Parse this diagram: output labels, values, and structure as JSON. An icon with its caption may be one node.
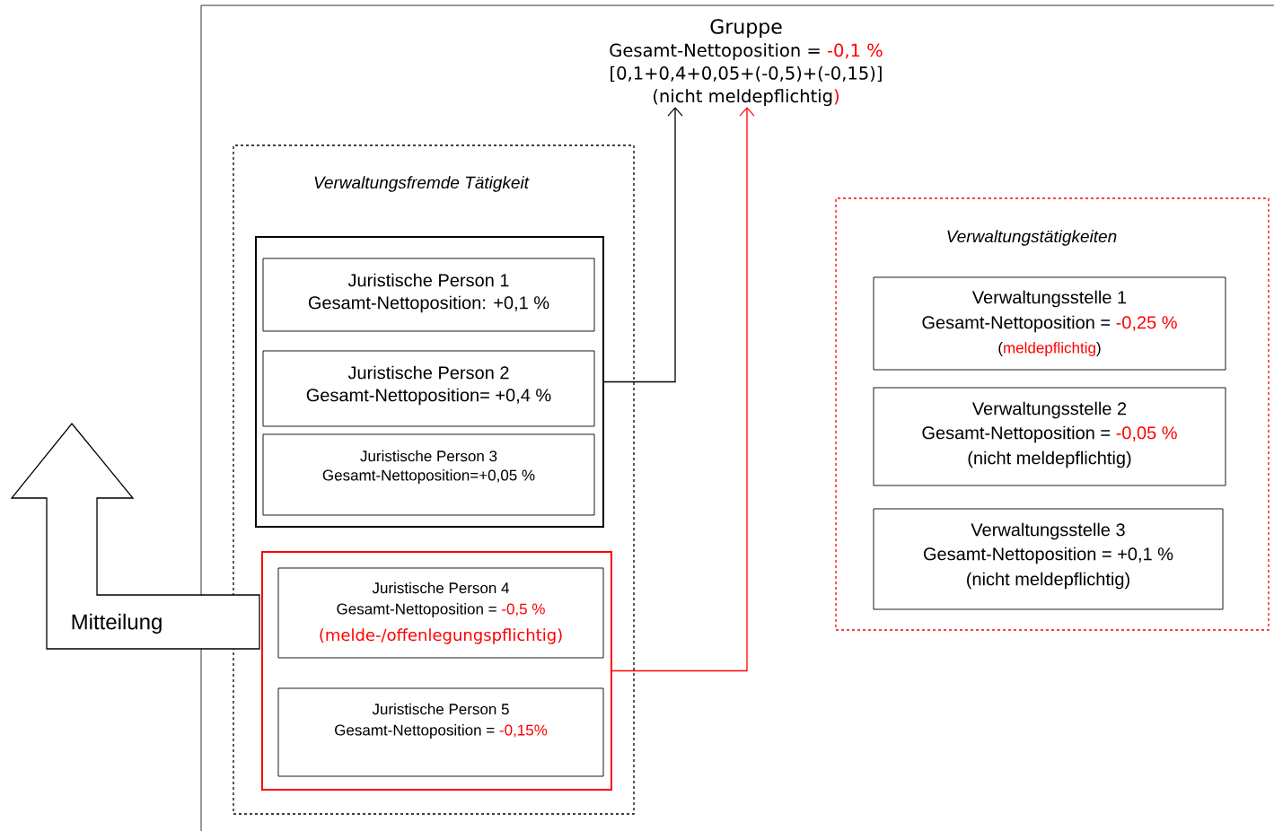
{
  "diagram": {
    "nodes": [
      {
        "text": [
          "Gruppe",
          "Gesamt-Nettoposition =",
          "-0,1 %",
          "[0,1+0,4+0,05+(-0,5)+(-0,15)]",
          "(nicht meldepflichtig",
          ")"
        ]
      },
      {
        "text": [
          "Verwaltungsfremde Tätigkeit"
        ]
      },
      {
        "text": [],
        "shape": "box",
        "in": 1
      },
      {
        "text": [
          "Juristische Person 1",
          "Gesamt-Nettoposition: +0,1 %"
        ],
        "in": 2
      },
      {
        "text": [
          "Juristische Person 2",
          "Gesamt-Nettoposition= +0,4 %"
        ],
        "in": 2
      },
      {
        "text": [
          "Juristische Person 3",
          "Gesamt-Nettoposition=+0,05 %"
        ],
        "in": 2
      },
      {
        "text": [],
        "shape": "box",
        "in": 1
      },
      {
        "text": [
          "Juristische Person 4",
          "Gesamt-Nettoposition =",
          "-0,5 %",
          "(melde-/offenlegungspflichtig)"
        ],
        "in": 6
      },
      {
        "text": [
          "Juristische Person 5",
          "Gesamt-Nettoposition =",
          "-0,15%"
        ],
        "in": 6
      },
      {
        "text": [
          "Verwaltungstätigkeiten"
        ]
      },
      {
        "text": [
          "Verwaltungsstelle 1",
          "Gesamt-Nettoposition =",
          "-0,25 %",
          "(",
          "meldepflichtig",
          ")"
        ],
        "in": 9
      },
      {
        "text": [
          "Verwaltungsstelle 2",
          "Gesamt-Nettoposition =",
          "-0,05 %",
          "(nicht meldepflichtig)"
        ],
        "in": 9
      },
      {
        "text": [
          "Verwaltungsstelle 3",
          "Gesamt-Nettoposition = +0,1 %",
          "(nicht meldepflichtig)"
        ],
        "in": 9
      },
      {
        "text": [
          "Mitteilung"
        ]
      }
    ],
    "edges": [
      {
        "from": 2,
        "to": 0,
        "arrow": "to"
      },
      {
        "from": 6,
        "to": 0,
        "arrow": "to",
        "color": "#ff0000"
      }
    ]
  }
}
